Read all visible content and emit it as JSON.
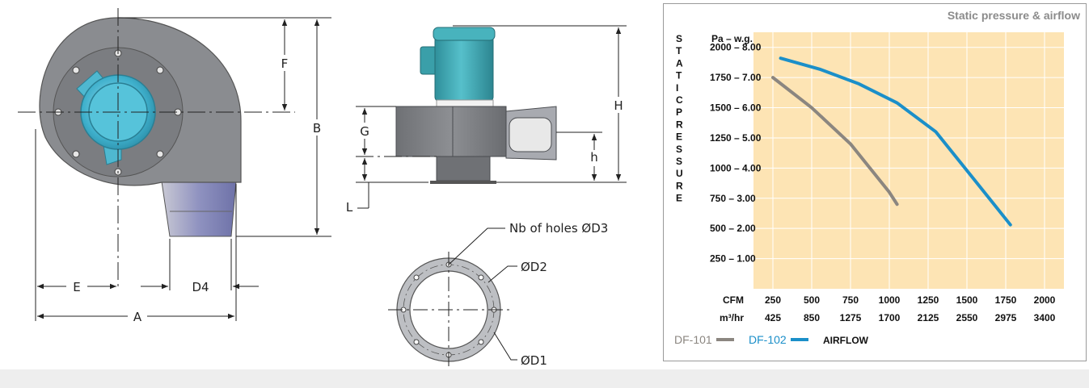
{
  "drawing": {
    "front_view": {
      "labels": {
        "A": "A",
        "B": "B",
        "E": "E",
        "F": "F",
        "D4": "D4"
      }
    },
    "side_view": {
      "labels": {
        "G": "G",
        "H": "H",
        "h": "h",
        "L": "L"
      }
    },
    "flange_view": {
      "holes_label": "Nb of holes ØD3",
      "d2_label": "ØD2",
      "d1_label": "ØD1"
    },
    "colors": {
      "housing": "#8a8c90",
      "motor": "#3fa7b3",
      "inlet": "#4fb8d0",
      "outlet": "#9a9cc4"
    }
  },
  "chart_data": {
    "type": "line",
    "title": "Static pressure & airflow",
    "ylabel_vertical": "STATIC PRESSURE",
    "ylabel_top": "Pa – w.g.",
    "y_ticks": [
      "250 – 1.00",
      "500 – 2.00",
      "750 – 3.00",
      "1000 – 4.00",
      "1250 – 5.00",
      "1500 – 6.00",
      "1750 – 7.00",
      "2000 – 8.00"
    ],
    "y_tick_values": [
      250,
      500,
      750,
      1000,
      1250,
      1500,
      1750,
      2000
    ],
    "x_row1_label": "CFM",
    "x_ticks_cfm": [
      "250",
      "500",
      "750",
      "1000",
      "1250",
      "1500",
      "1750",
      "2000"
    ],
    "x_tick_values": [
      250,
      500,
      750,
      1000,
      1250,
      1500,
      1750,
      2000
    ],
    "x_row2_label": "m³/hr",
    "x_ticks_m3": [
      "425",
      "850",
      "1275",
      "1700",
      "2125",
      "2550",
      "2975",
      "3400"
    ],
    "xlim": [
      125,
      2125
    ],
    "ylim": [
      0,
      2125
    ],
    "grid": true,
    "background": "#fde4b4",
    "series": [
      {
        "name": "DF-101",
        "color": "#8b8680",
        "x": [
          250,
          500,
          750,
          1000,
          1050
        ],
        "y": [
          1750,
          1500,
          1200,
          800,
          700
        ]
      },
      {
        "name": "DF-102",
        "color": "#1b8fc9",
        "x": [
          300,
          550,
          800,
          1050,
          1300,
          1550,
          1780
        ],
        "y": [
          1910,
          1820,
          1700,
          1540,
          1300,
          900,
          530
        ]
      }
    ],
    "legend": {
      "position": "bottom-left",
      "extra_label": "AIRFLOW"
    }
  }
}
